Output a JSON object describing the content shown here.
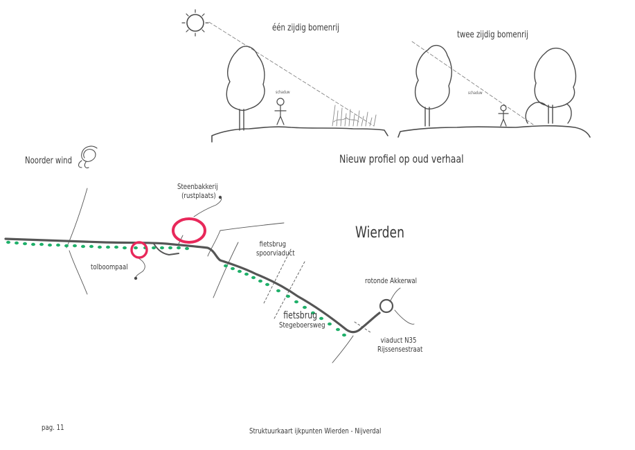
{
  "profiles": {
    "left_title": "één zijdig bomenrij",
    "right_title": "twee zijdig bomenrij",
    "shadow_label": "schaduw",
    "caption": "Nieuw profiel op oud verhaal"
  },
  "map": {
    "north_wind": "Noorder wind",
    "town": "Wierden",
    "steenbakkerij_1": "Steenbakkerij",
    "steenbakkerij_2": "(rustplaats)",
    "tolboompaal": "tolboompaal",
    "fietsbrug_spoor_1": "fietsbrug",
    "fietsbrug_spoor_2": "spoorviaduct",
    "fietsbrug_stege_1": "fietsbrug",
    "fietsbrug_stege_2": "Stegeboersweg",
    "rotonde": "rotonde Akkerwal",
    "viaduct_1": "viaduct N35",
    "viaduct_2": "Rijssensestraat"
  },
  "footer": {
    "page": "pag. 11",
    "title": "Struktuurkaart ijkpunten   Wierden - Nijverdal"
  },
  "colors": {
    "ink": "#4a4a4a",
    "accent_red": "#e8285a",
    "tree_dots": "#1fb06a"
  }
}
